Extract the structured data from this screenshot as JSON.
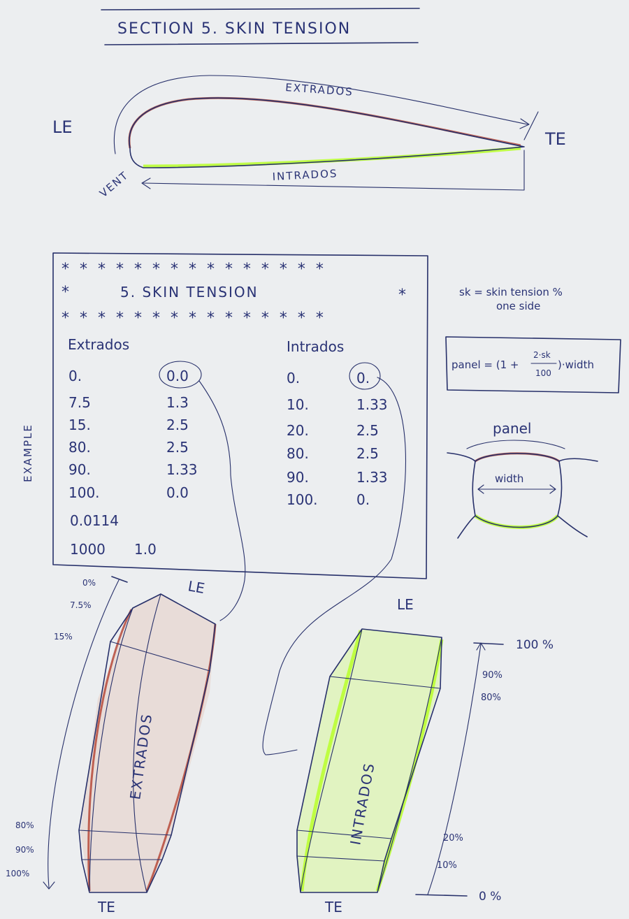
{
  "title": "SECTION 5. SKIN TENSION",
  "airfoil": {
    "le_label": "LE",
    "te_label": "TE",
    "extrados_label": "EXTRADOS",
    "intrados_label": "INTRADOS",
    "vent_label": "VENT"
  },
  "example_label": "EXAMPLE",
  "box": {
    "stars_row": "* * * * * * * * * * * * * * *",
    "heading": "5. SKIN TENSION",
    "star": "*",
    "extrados": {
      "header": "Extrados",
      "rows": [
        [
          "0.",
          "0.0"
        ],
        [
          "7.5",
          "1.3"
        ],
        [
          "15.",
          "2.5"
        ],
        [
          "80.",
          "2.5"
        ],
        [
          "90.",
          "1.33"
        ],
        [
          "100.",
          "0.0"
        ]
      ]
    },
    "intrados": {
      "header": "Intrados",
      "rows": [
        [
          "0.",
          "0."
        ],
        [
          "10.",
          "1.33"
        ],
        [
          "20.",
          "2.5"
        ],
        [
          "80.",
          "2.5"
        ],
        [
          "90.",
          "1.33"
        ],
        [
          "100.",
          "0."
        ]
      ]
    },
    "extra_line_1": "0.0114",
    "extra_line_2a": "1000",
    "extra_line_2b": "1.0"
  },
  "notes": {
    "sk_def_1": "sk = skin tension %",
    "sk_def_2": "one side",
    "formula_left": "panel = (1 +",
    "formula_num": "2·sk",
    "formula_den": "100",
    "formula_right": ")·width",
    "panel_label": "panel",
    "width_label": "width"
  },
  "extrados_panel": {
    "le_label": "LE",
    "te_label": "TE",
    "name": "EXTRADOS",
    "ticks": [
      "0%",
      "7.5%",
      "15%",
      "80%",
      "90%",
      "100%"
    ]
  },
  "intrados_panel": {
    "le_label": "LE",
    "te_label": "TE",
    "name": "INTRADOS",
    "ticks": [
      "100 %",
      "90%",
      "80%",
      "20%",
      "10%",
      "0 %"
    ]
  },
  "colors": {
    "ink": "#27306a",
    "extrados": "#b3402f",
    "intrados": "#b8ff2a",
    "paper": "#eceef0"
  }
}
